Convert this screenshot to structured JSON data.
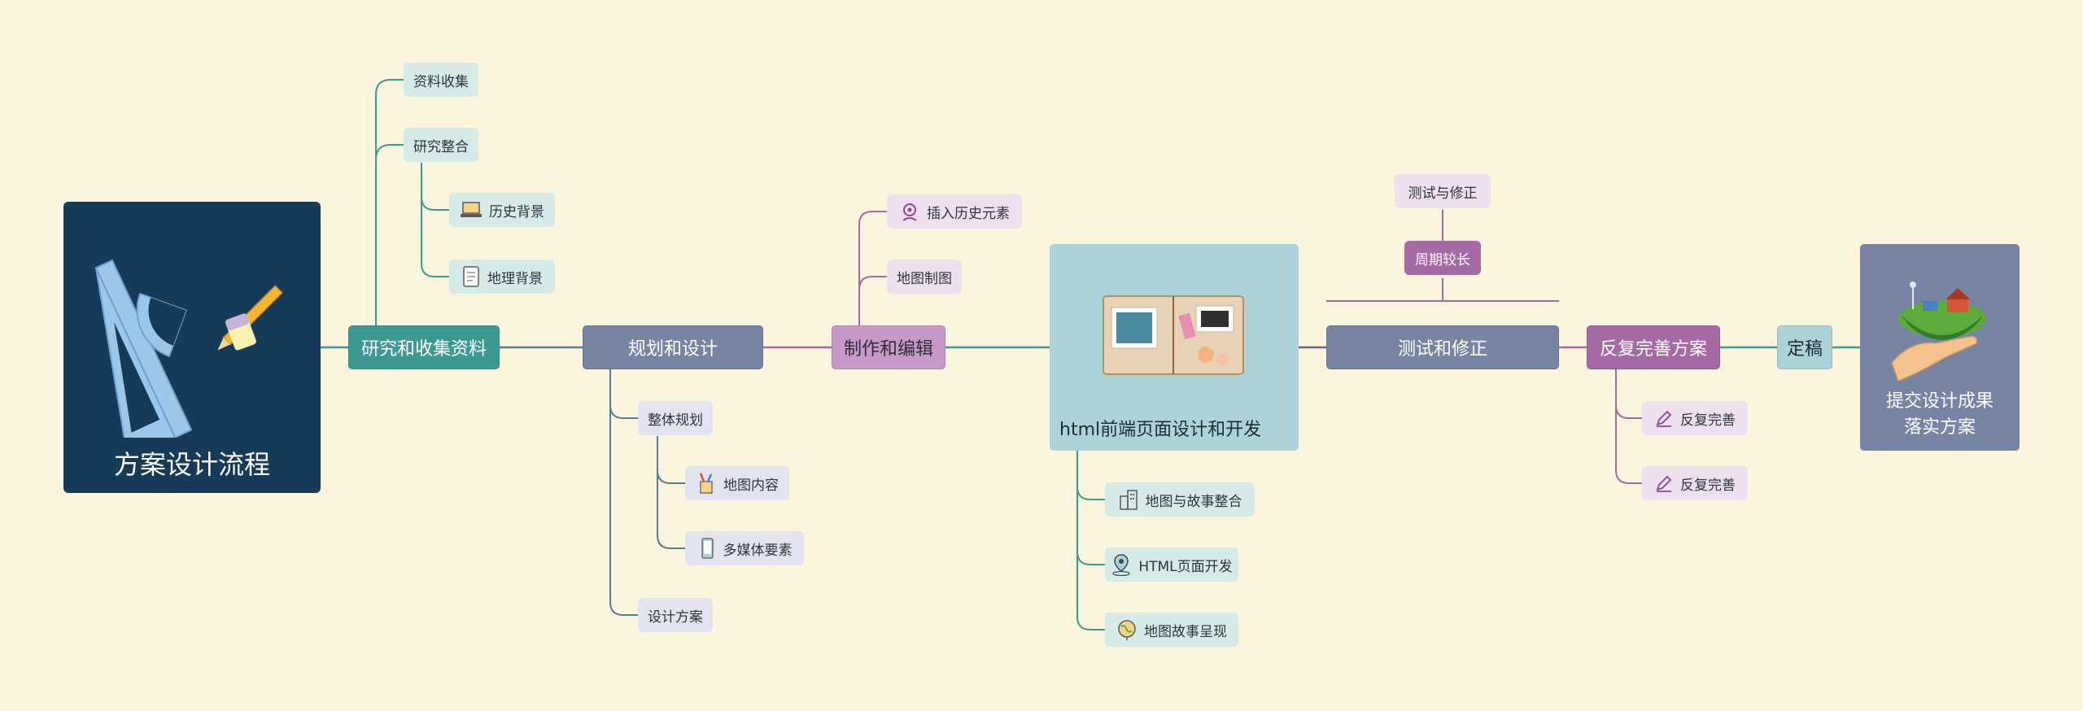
{
  "root": {
    "title": "方案设计流程",
    "icon": "geometry-tools-icon"
  },
  "colors": {
    "background": "#fbf5de",
    "teal": "#3d9a92",
    "slate": "#7884a4",
    "purple": "#c699c9",
    "mauve": "#a56aa4",
    "light_blue": "#acd3d8"
  },
  "main": {
    "research": "研究和收集资料",
    "planning": "规划和设计",
    "editing": "制作和编辑",
    "html": "html前端页面设计和开发",
    "testing": "测试和修正",
    "refine": "反复完善方案",
    "final_draft": "定稿",
    "submit_line1": "提交设计成果",
    "submit_line2": "落实方案"
  },
  "research": {
    "collect": "资料收集",
    "integrate": "研究整合",
    "history": "历史背景",
    "geography": "地理背景"
  },
  "planning": {
    "overall": "整体规划",
    "map_content": "地图内容",
    "multimedia": "多媒体要素",
    "design_plan": "设计方案"
  },
  "editing": {
    "insert_history": "插入历史元素",
    "mapping": "地图制图"
  },
  "html": {
    "integrate_story": "地图与故事整合",
    "page_dev": "HTML页面开发",
    "story_show": "地图故事呈现"
  },
  "testing": {
    "long_cycle": "周期较长",
    "test_fix": "测试与修正"
  },
  "refine": {
    "item1": "反复完善",
    "item2": "反复完善"
  }
}
